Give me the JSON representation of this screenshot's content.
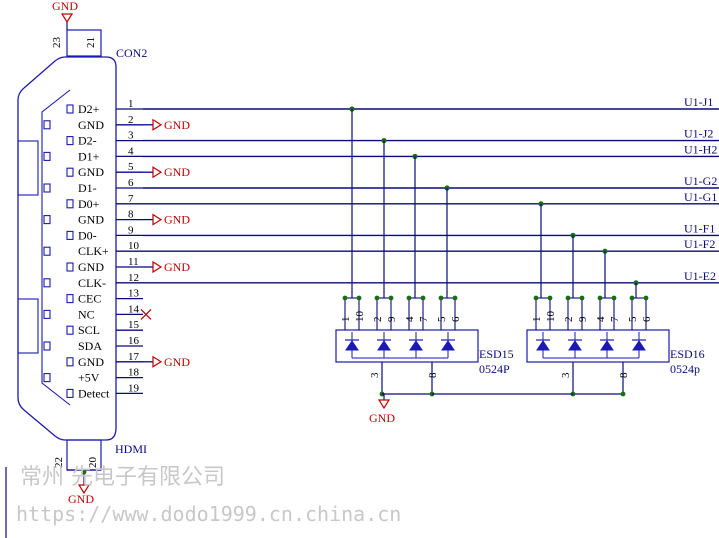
{
  "connector": {
    "ref": "CON2",
    "value": "HDMI",
    "pins": [
      {
        "num": "1",
        "label": "D2+"
      },
      {
        "num": "2",
        "label": "GND",
        "gnd": true
      },
      {
        "num": "3",
        "label": "D2-"
      },
      {
        "num": "4",
        "label": "D1+"
      },
      {
        "num": "5",
        "label": "GND",
        "gnd": true
      },
      {
        "num": "6",
        "label": "D1-"
      },
      {
        "num": "7",
        "label": "D0+"
      },
      {
        "num": "8",
        "label": "GND",
        "gnd": true
      },
      {
        "num": "9",
        "label": "D0-"
      },
      {
        "num": "10",
        "label": "CLK+"
      },
      {
        "num": "11",
        "label": "GND",
        "gnd": true
      },
      {
        "num": "12",
        "label": "CLK-"
      },
      {
        "num": "13",
        "label": "CEC"
      },
      {
        "num": "14",
        "label": "NC",
        "nc": true
      },
      {
        "num": "15",
        "label": "SCL"
      },
      {
        "num": "16",
        "label": "SDA"
      },
      {
        "num": "17",
        "label": "GND",
        "gnd": true
      },
      {
        "num": "18",
        "label": "+5V"
      },
      {
        "num": "19",
        "label": "Detect"
      }
    ],
    "top_pins": [
      "23",
      "21"
    ],
    "bottom_pins": [
      "22",
      "20"
    ]
  },
  "nets": {
    "1": "U1-J1",
    "3": "U1-J2",
    "4": "U1-H2",
    "6": "U1-G2",
    "7": "U1-G1",
    "9": "U1-F1",
    "10": "U1-F2",
    "12": "U1-E2"
  },
  "gnd_label": "GND",
  "esd": [
    {
      "ref": "ESD15",
      "value": "0524P",
      "top_pins": [
        "1",
        "10",
        "2",
        "9",
        "4",
        "7",
        "5",
        "6"
      ],
      "bottom_pins": [
        "3",
        "8"
      ]
    },
    {
      "ref": "ESD16",
      "value": "0524p",
      "top_pins": [
        "1",
        "10",
        "2",
        "9",
        "4",
        "7",
        "5",
        "6"
      ],
      "bottom_pins": [
        "3",
        "8"
      ]
    }
  ],
  "watermark": {
    "line1": "常州 先电子有限公司",
    "line2": "https://www.dodo1999.cn.china.cn"
  },
  "colors": {
    "wire": "#0a0a80",
    "junction": "#1a6b1a",
    "gnd": "#c00000",
    "body": "#1a1ab0"
  }
}
